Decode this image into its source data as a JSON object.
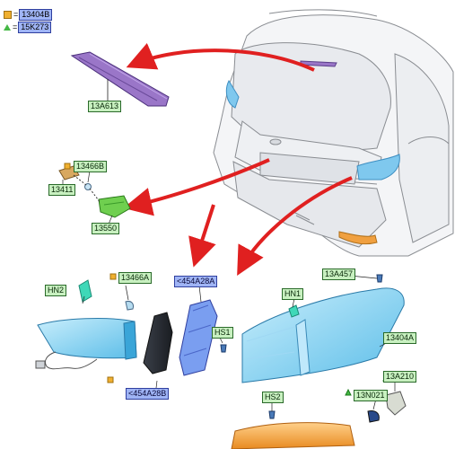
{
  "legend": [
    {
      "symbol": "square",
      "color": "#f0b030",
      "equals": "=",
      "code": "13404B"
    },
    {
      "symbol": "triangle",
      "color": "#45b845",
      "equals": "=",
      "code": "15K273"
    }
  ],
  "labels": {
    "brake_light": "13A613",
    "plate_bulb": "13466B",
    "plate_socket": "13411",
    "plate_lamp": "13550",
    "lift_lamp": "<454A28A",
    "lift_lamp_inner": "<454A28B",
    "hn2": "HN2",
    "bulb_left": "13466A",
    "screw_right": "13A457",
    "hn1": "HN1",
    "hs1": "HS1",
    "tail_lamp": "13404A",
    "hs2": "HS2",
    "bracket": "13A210",
    "nut": "13N021"
  },
  "colors": {
    "label_green": "#c8f0c0",
    "label_blue": "#9fb4f5",
    "arrow_red": "#e02020",
    "lamp_blue": "#8ed6f5",
    "brake_purple": "#9a76c8",
    "lamp_green": "#6fcf4f",
    "reflector_orange": "#f5a040"
  },
  "icons": [
    "square-marker-icon",
    "triangle-marker-icon",
    "callout-arrow-icon"
  ]
}
